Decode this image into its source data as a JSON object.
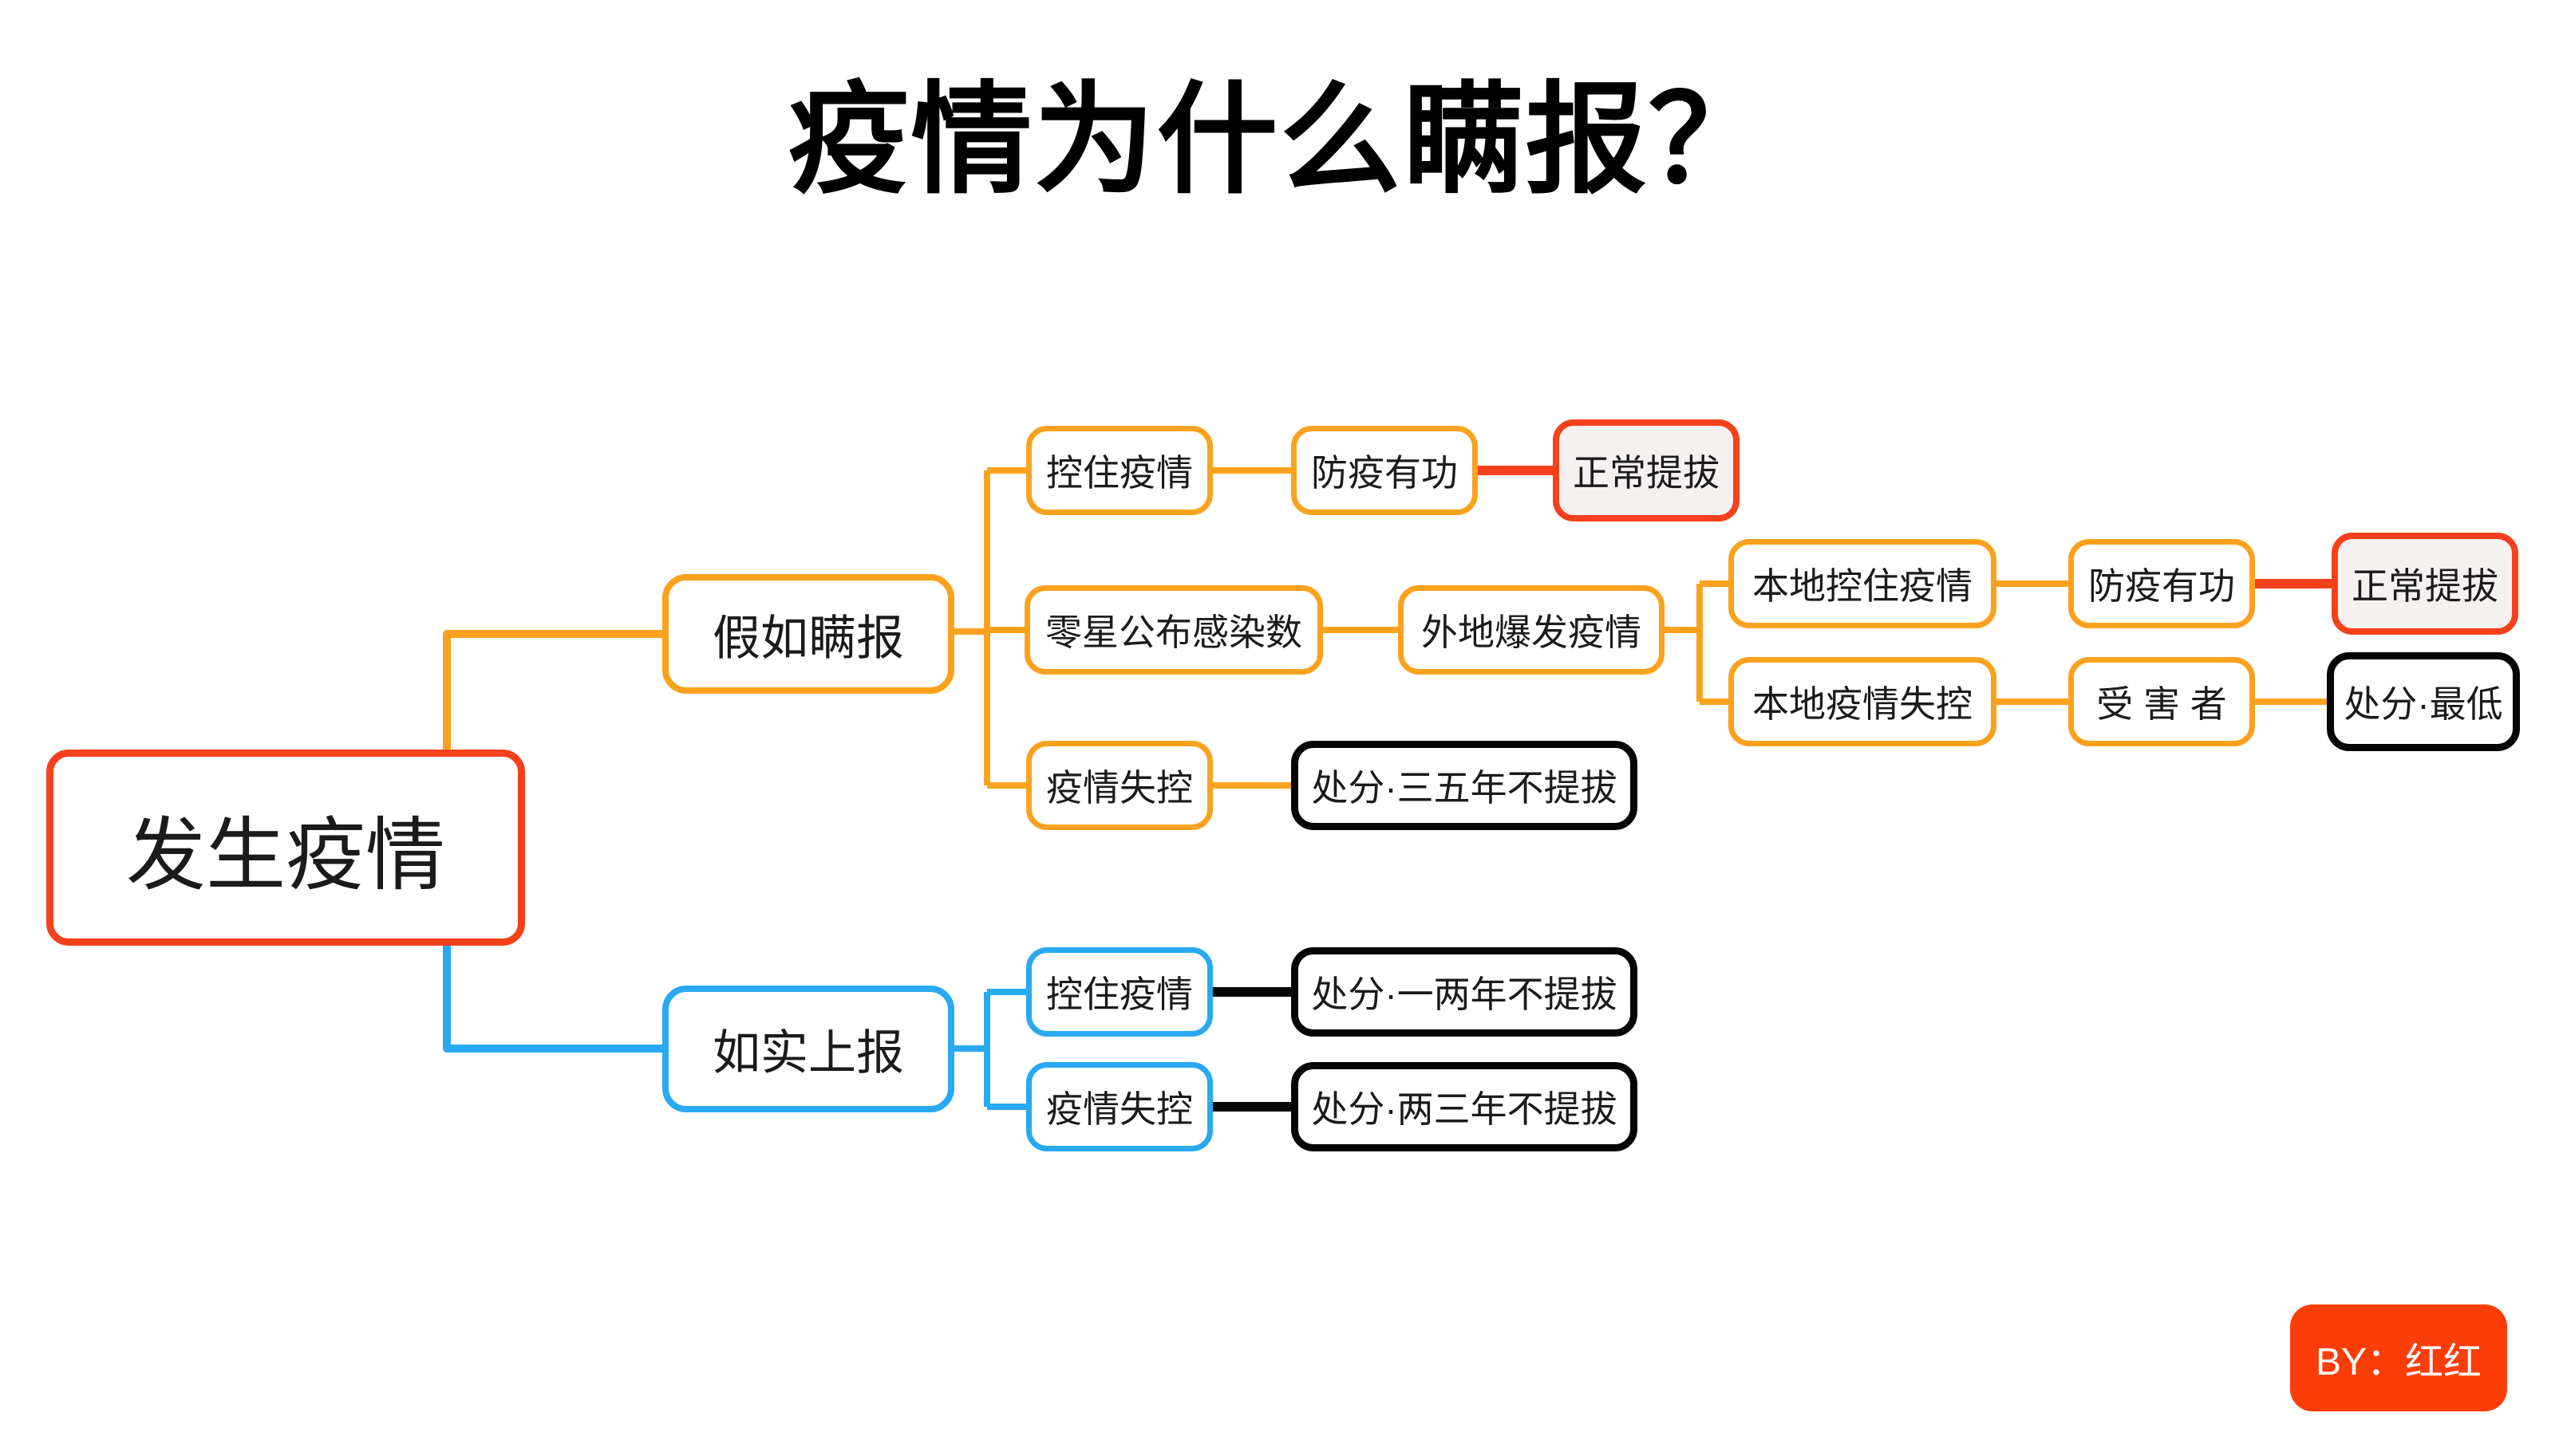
{
  "title": "疫情为什么瞒报？",
  "credit": "BY：红红",
  "colors": {
    "branch_orange": "#FAA21E",
    "branch_blue": "#28A9F1",
    "accent_red": "#F4411C",
    "outcome_black": "#050505",
    "badge_background": "#FB3D08",
    "promoted_fill": "#F4F1F0",
    "canvas": "#ffffff"
  },
  "nodes": {
    "root": "发生疫情",
    "conceal": "假如瞒报",
    "conceal_contained": "控住疫情",
    "conceal_sporadic": "零星公布感染数",
    "conceal_uncontrolled": "疫情失控",
    "merit_top": "防疫有功",
    "promoted_top": "正常提拔",
    "outbreak_elsewhere": "外地爆发疫情",
    "local_contained": "本地控住疫情",
    "local_uncontrolled": "本地疫情失控",
    "merit_right": "防疫有功",
    "promoted_right": "正常提拔",
    "victim": "受 害 者",
    "punish_min": "处分·最低",
    "punish_3_5": "处分·三五年不提拔",
    "report": "如实上报",
    "report_contained": "控住疫情",
    "report_uncontrolled": "疫情失控",
    "punish_1_2": "处分·一两年不提拔",
    "punish_2_3": "处分·两三年不提拔"
  },
  "edges": [
    {
      "from": "发生疫情",
      "to": "假如瞒报",
      "color": "#FAA21E"
    },
    {
      "from": "发生疫情",
      "to": "如实上报",
      "color": "#28A9F1"
    },
    {
      "from": "假如瞒报",
      "to": "控住疫情",
      "color": "#FAA21E"
    },
    {
      "from": "假如瞒报",
      "to": "零星公布感染数",
      "color": "#FAA21E"
    },
    {
      "from": "假如瞒报",
      "to": "疫情失控",
      "color": "#FAA21E"
    },
    {
      "from": "控住疫情",
      "to": "防疫有功",
      "color": "#FAA21E"
    },
    {
      "from": "防疫有功",
      "to": "正常提拔",
      "color": "#F4411C"
    },
    {
      "from": "零星公布感染数",
      "to": "外地爆发疫情",
      "color": "#FAA21E"
    },
    {
      "from": "外地爆发疫情",
      "to": "本地控住疫情",
      "color": "#FAA21E"
    },
    {
      "from": "外地爆发疫情",
      "to": "本地疫情失控",
      "color": "#FAA21E"
    },
    {
      "from": "本地控住疫情",
      "to": "防疫有功",
      "color": "#FAA21E"
    },
    {
      "from": "防疫有功",
      "to": "正常提拔",
      "color": "#F4411C"
    },
    {
      "from": "本地疫情失控",
      "to": "受 害 者",
      "color": "#FAA21E"
    },
    {
      "from": "受 害 者",
      "to": "处分·最低",
      "color": "#FAA21E"
    },
    {
      "from": "疫情失控",
      "to": "处分·三五年不提拔",
      "color": "#FAA21E"
    },
    {
      "from": "如实上报",
      "to": "控住疫情",
      "color": "#28A9F1"
    },
    {
      "from": "如实上报",
      "to": "疫情失控",
      "color": "#28A9F1"
    },
    {
      "from": "控住疫情",
      "to": "处分·一两年不提拔",
      "color": "#050505"
    },
    {
      "from": "疫情失控",
      "to": "处分·两三年不提拔",
      "color": "#050505"
    }
  ]
}
